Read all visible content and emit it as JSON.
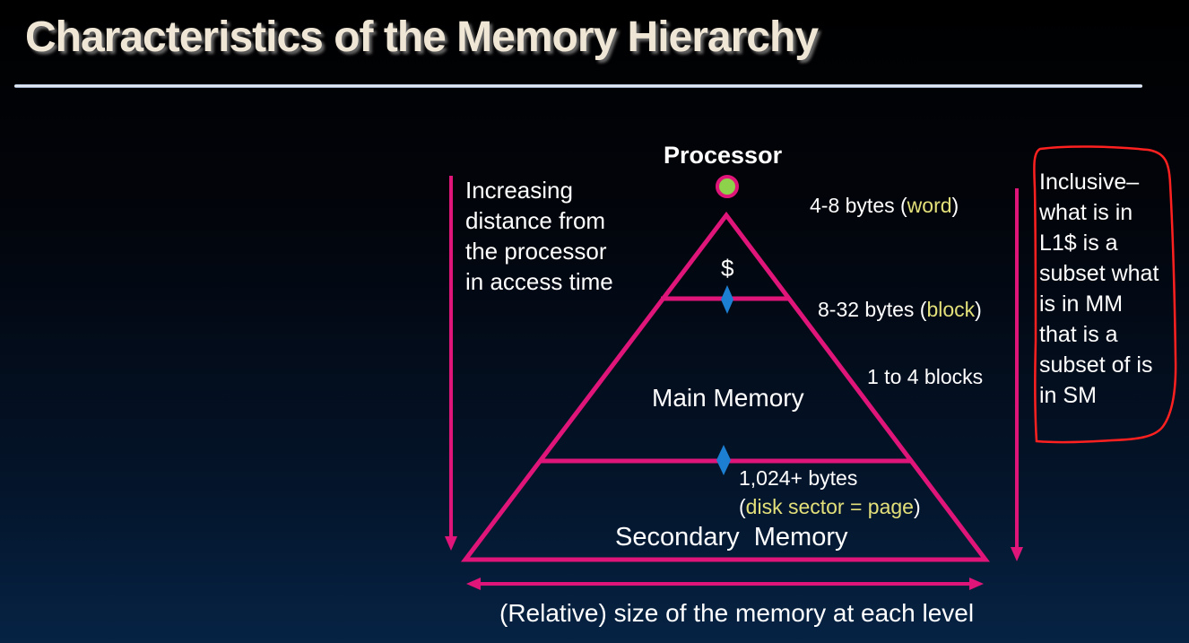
{
  "title": "Characteristics of the Memory Hierarchy",
  "processor_label": "Processor",
  "cache_label": "$",
  "main_memory_label": "Main Memory",
  "secondary_memory_label": "Secondary  Memory",
  "left_note": "Increasing distance from the processor in access time",
  "right_note": "Inclusive– what is in L1$ is a subset what is in MM that is a subset of is in SM",
  "size_label": "(Relative) size of the memory at each level",
  "transfers": {
    "word": {
      "size": "4-8 bytes",
      "open": "(",
      "unit": "word",
      "close": ")"
    },
    "block": {
      "size": "8-32 bytes",
      "open": "(",
      "unit": "block",
      "close": ")"
    },
    "blocks": {
      "text": "1 to 4 blocks"
    },
    "page": {
      "size": "1,024+ bytes",
      "open": "(",
      "unit": "disk sector = page",
      "close": ")"
    }
  },
  "colors": {
    "pyramid": "#e0157a",
    "processor_dot": "#8ed14b",
    "diamond": "#1c7fd1",
    "highlight": "#e3e07a",
    "annotation_outline": "#ff2020",
    "title": "#efe6d6"
  }
}
